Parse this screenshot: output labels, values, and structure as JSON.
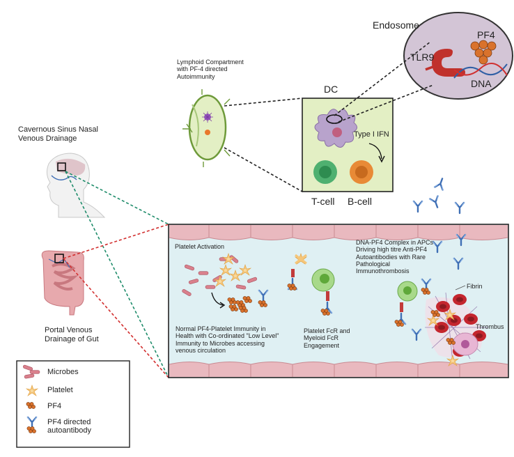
{
  "labels": {
    "endosome": "Endosome",
    "pf4": "PF4",
    "tlr9": "TLR9",
    "dna": "DNA",
    "dc": "DC",
    "type1_ifn": "Type I IFN",
    "tcell": "T-cell",
    "bcell": "B-cell",
    "lymphoid": [
      "Lymphoid Compartment",
      "with PF-4 directed",
      "Autoimmunity"
    ],
    "cavernous": [
      "Cavernous Sinus Nasal",
      "Venous Drainage"
    ],
    "portal": [
      "Portal Venous",
      "Drainage of Gut"
    ],
    "platelet_activation": "Platelet Activation",
    "dna_pf4_complex": [
      "DNA-PF4 Complex in APCs",
      "Driving high titre Anti-PF4",
      "Autoantibodies with Rare",
      "Pathological",
      "Immunothrombosis"
    ],
    "normal_immunity": [
      "Normal PF4-Platelet Immunity in",
      "Health with Co-ordinated \"Low Level\"",
      "Immunity  to Microbes accessing",
      "venous circulation"
    ],
    "fcr": [
      "Platelet FcR and",
      "Myeloid FcR",
      "Engagement"
    ],
    "fibrin": "Fibrin",
    "thrombus": "Thrombus"
  },
  "legend": [
    {
      "icon": "microbe-icon",
      "label": [
        "Microbes"
      ]
    },
    {
      "icon": "platelet-icon",
      "label": [
        "Platelet"
      ]
    },
    {
      "icon": "pf4-icon",
      "label": [
        "PF4"
      ]
    },
    {
      "icon": "antibody-icon",
      "label": [
        "PF4 directed",
        "autoantibody"
      ]
    }
  ],
  "colors": {
    "vessel_wall": "#e9b9bf",
    "vessel_lumen": "#dff0f3",
    "endosome_fill": "#d3c5d6",
    "dc_fill": "#b8a3cc",
    "tcell": "#4fb070",
    "bcell": "#e88a36",
    "antibody": "#3f6fb5",
    "pf4": "#d9722c",
    "rbc": "#c4262e",
    "platelet": "#f5c67a"
  }
}
